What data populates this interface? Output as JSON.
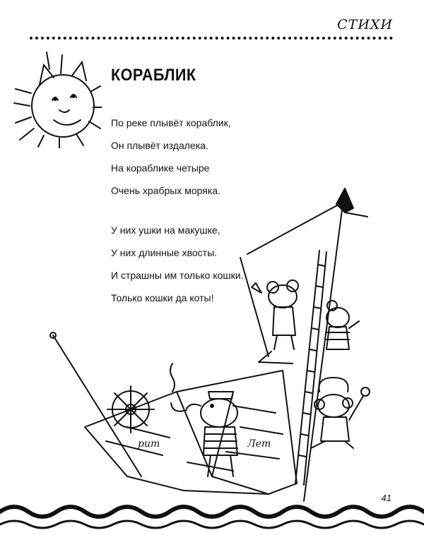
{
  "header": {
    "section_label": "СТИХИ"
  },
  "poem": {
    "title": "КОРАБЛИК",
    "stanzas": [
      {
        "lines": [
          "По реке плывёт кораблик,",
          "Он плывёт издалека.",
          "На кораблике четыре",
          "Очень храбрых моряка."
        ]
      },
      {
        "lines": [
          "У них ушки на макушке,",
          "У них длинные хвосты.",
          "И страшны им только кошки.",
          "Только кошки да коты!"
        ]
      }
    ]
  },
  "illustration": {
    "newspaper_text_1": "рит",
    "newspaper_text_2": "Лет"
  },
  "footer": {
    "page_number": "41"
  },
  "colors": {
    "ink": "#111111",
    "paper": "#ffffff"
  }
}
